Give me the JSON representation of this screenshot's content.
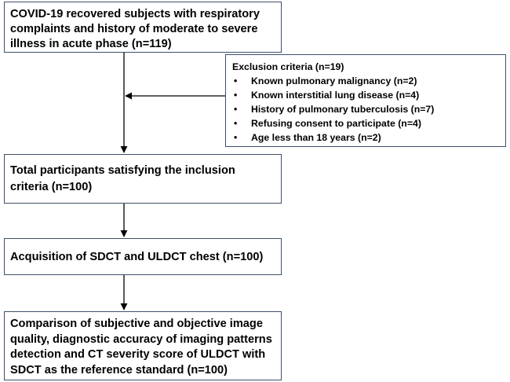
{
  "flowchart": {
    "enrolled": {
      "text": "COVID-19 recovered subjects with respiratory complaints and history of  moderate to severe illness in acute phase (n=119)"
    },
    "exclusion": {
      "title": "Exclusion criteria (n=19)",
      "bullet_symbol": "•",
      "items": [
        "Known pulmonary malignancy (n=2)",
        "Known interstitial lung disease (n=4)",
        "History of pulmonary tuberculosis (n=7)",
        "Refusing consent to participate (n=4)",
        "Age less than 18 years (n=2)"
      ]
    },
    "included": {
      "text": "Total participants satisfying the inclusion criteria (n=100)"
    },
    "acquisition": {
      "text": "Acquisition of SDCT and ULDCT chest (n=100)"
    },
    "comparison": {
      "text": "Comparison of subjective and objective image quality, diagnostic accuracy of imaging patterns detection and CT severity score of ULDCT with SDCT as the reference standard (n=100)"
    },
    "colors": {
      "box_border": "#3f4f6b",
      "arrow": "#000000",
      "text": "#000000"
    }
  }
}
